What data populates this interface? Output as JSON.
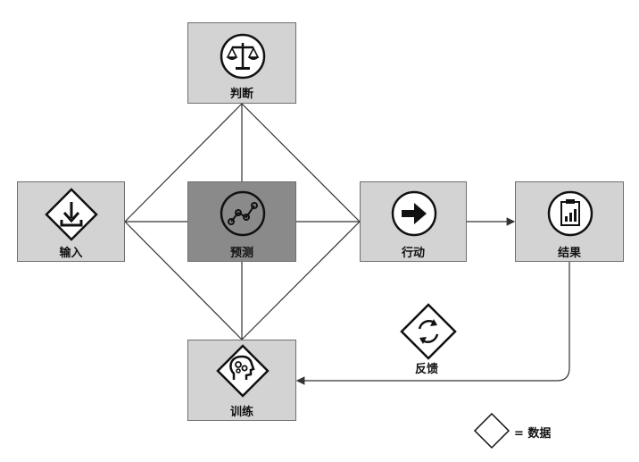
{
  "nodes": {
    "judgment": {
      "label": "判断",
      "icon": "balance-scale-icon"
    },
    "input": {
      "label": "输入",
      "icon": "download-icon"
    },
    "prediction": {
      "label": "预测",
      "icon": "line-graph-icon"
    },
    "action": {
      "label": "行动",
      "icon": "arrow-right-icon"
    },
    "result": {
      "label": "结果",
      "icon": "clipboard-chart-icon"
    },
    "training": {
      "label": "训练",
      "icon": "head-gears-icon"
    }
  },
  "feedback": {
    "label": "反馈",
    "icon": "refresh-cycle-icon"
  },
  "legend": {
    "label": "= 数据",
    "shape": "diamond"
  },
  "colors": {
    "box_fill": "#d3d3d3",
    "prediction_fill": "#8a8a8a",
    "border": "#6e6e6e",
    "line": "#333333"
  }
}
